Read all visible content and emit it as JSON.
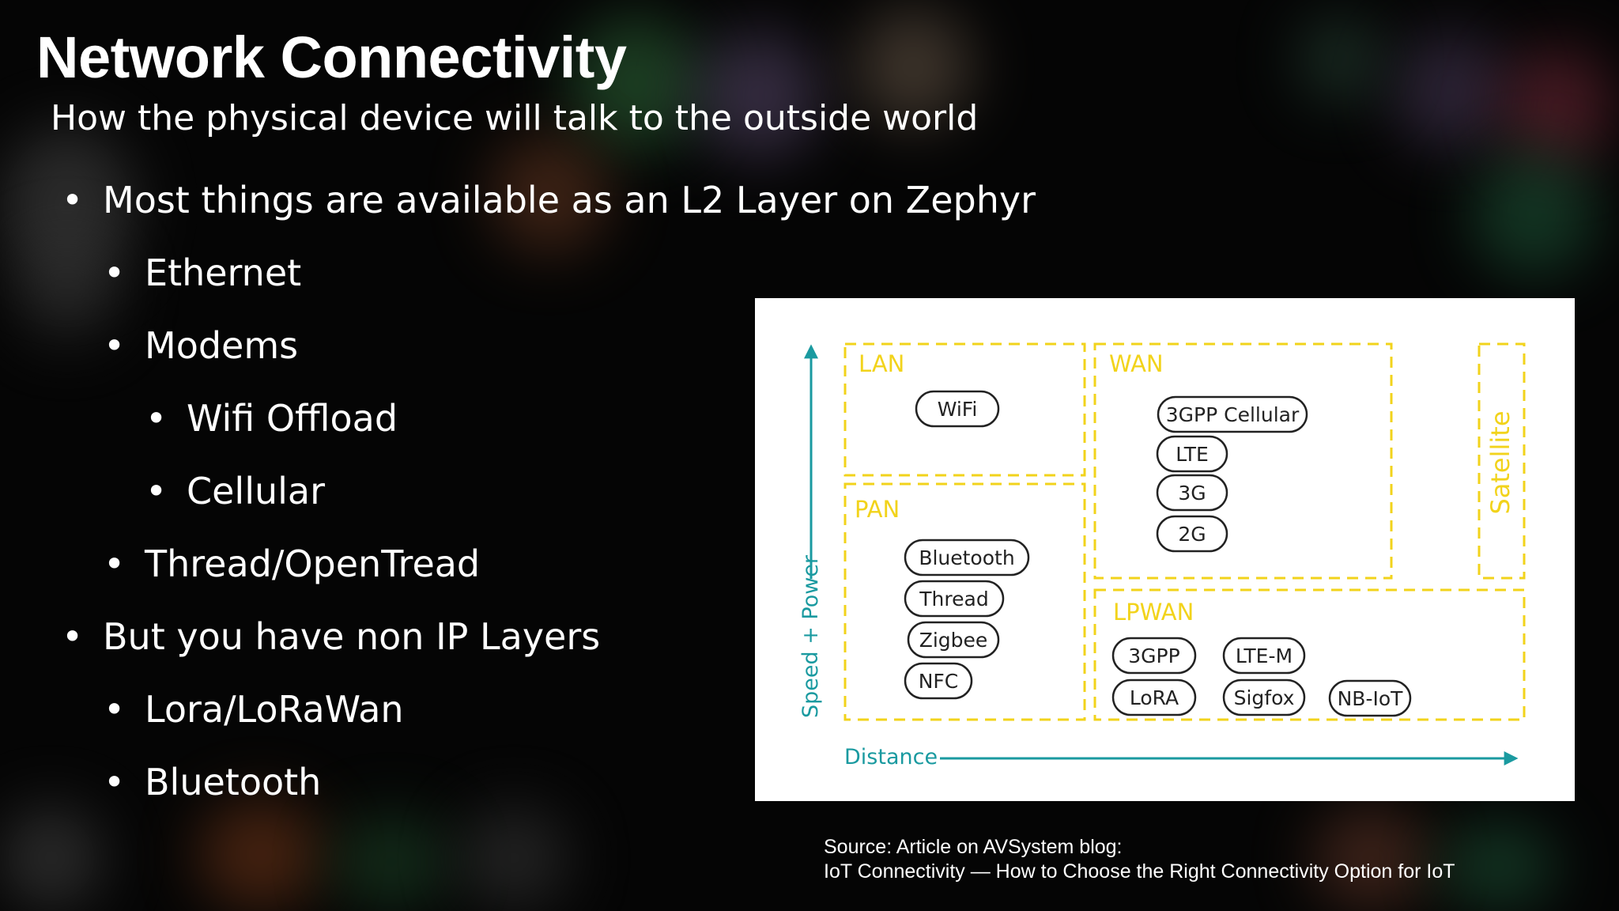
{
  "slide": {
    "title": "Network Connectivity",
    "subtitle": "How the physical device will talk to the outside world",
    "bullet_glyph": "•",
    "bullets": [
      {
        "level": 1,
        "text": "Most things are available as an L2 Layer on Zephyr"
      },
      {
        "level": 2,
        "text": "Ethernet"
      },
      {
        "level": 2,
        "text": "Modems"
      },
      {
        "level": 3,
        "text": "Wifi Offload"
      },
      {
        "level": 3,
        "text": "Cellular"
      },
      {
        "level": 2,
        "text": "Thread/OpenTread"
      },
      {
        "level": 1,
        "text": "But you have non IP Layers"
      },
      {
        "level": 2,
        "text": "Lora/LoRaWan"
      },
      {
        "level": 2,
        "text": "Bluetooth"
      }
    ],
    "source": {
      "line1": "Source: Article on AVSystem blog:",
      "line2": "IoT Connectivity — How to Choose the Right Connectivity Option for IoT"
    }
  },
  "diagram": {
    "colors": {
      "zone": "#f2d31b",
      "axis": "#1a9aa0",
      "pill_border": "#222222",
      "pill_text": "#222222"
    },
    "axis_y_label": "Speed + Power",
    "axis_x_label": "Distance",
    "zones": {
      "lan": "LAN",
      "wan": "WAN",
      "pan": "PAN",
      "lpwan": "LPWAN",
      "satellite": "Satellite"
    },
    "pills": {
      "lan": [
        "WiFi"
      ],
      "wan": [
        "3GPP Cellular",
        "LTE",
        "3G",
        "2G"
      ],
      "pan": [
        "Bluetooth",
        "Thread",
        "Zigbee",
        "NFC"
      ],
      "lpwan": [
        "3GPP",
        "LTE-M",
        "LoRA",
        "Sigfox",
        "NB-IoT"
      ]
    }
  }
}
